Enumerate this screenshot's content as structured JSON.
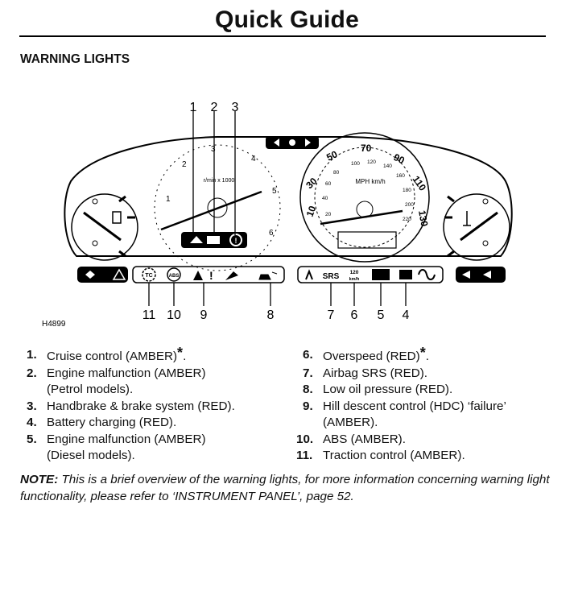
{
  "header": {
    "title": "Quick Guide"
  },
  "section": {
    "heading": "WARNING LIGHTS"
  },
  "diagram": {
    "figure_id": "H4899",
    "callouts": [
      "1",
      "2",
      "3",
      "11",
      "10",
      "9",
      "8",
      "7",
      "6",
      "5",
      "4"
    ],
    "tacho_label": "r/min x 1000",
    "tacho_ticks": [
      "1",
      "2",
      "3",
      "4",
      "5",
      "6"
    ],
    "speedo_unit": "MPH km/h",
    "mph_ticks": [
      "10",
      "30",
      "50",
      "70",
      "90",
      "110",
      "130"
    ],
    "kmh_ticks": [
      "20",
      "40",
      "60",
      "80",
      "100",
      "120",
      "140",
      "160",
      "180",
      "200",
      "220"
    ],
    "lamp_labels": {
      "tc": "TC",
      "abs": "ABS",
      "srs": "SRS",
      "overspeed": "120",
      "overspeed_unit": "km/h"
    }
  },
  "legend": {
    "left": [
      {
        "num": "1.",
        "text": "Cruise control (AMBER)",
        "star": "*",
        "tail": "."
      },
      {
        "num": "2.",
        "text": "Engine malfunction (AMBER)",
        "line2": "(Petrol models)."
      },
      {
        "num": "3.",
        "text": "Handbrake & brake system (RED)."
      },
      {
        "num": "4.",
        "text": "Battery charging (RED)."
      },
      {
        "num": "5.",
        "text": "Engine malfunction (AMBER)",
        "line2": "(Diesel models)."
      }
    ],
    "right": [
      {
        "num": "6.",
        "text": "Overspeed (RED)",
        "star": "*",
        "tail": "."
      },
      {
        "num": "7.",
        "text": "Airbag SRS (RED)."
      },
      {
        "num": "8.",
        "text": "Low oil pressure (RED)."
      },
      {
        "num": "9.",
        "text": "Hill descent control (HDC) ‘failure’",
        "line2": "(AMBER)."
      },
      {
        "num": "10.",
        "text": "ABS (AMBER)."
      },
      {
        "num": "11.",
        "text": "Traction control (AMBER)."
      }
    ]
  },
  "note": {
    "label": "NOTE:",
    "text": "This is a brief overview of the warning lights, for more information concerning warning light functionality, please refer to ‘INSTRUMENT PANEL’, page 52."
  }
}
